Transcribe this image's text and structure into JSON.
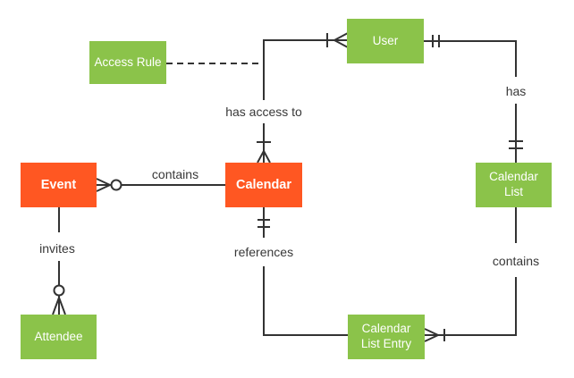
{
  "colors": {
    "entity_orange": "#FF5722",
    "entity_green": "#8BC34A",
    "line": "#333333",
    "entity_text": "#FFFFFF",
    "label_text": "#383838",
    "background": "#FFFFFF"
  },
  "entities": {
    "access_rule": {
      "label": "Access Rule",
      "color": "green"
    },
    "user": {
      "label": "User",
      "color": "green"
    },
    "event": {
      "label": "Event",
      "color": "orange"
    },
    "calendar": {
      "label": "Calendar",
      "color": "orange"
    },
    "calendar_list": {
      "label": "Calendar List",
      "color": "green"
    },
    "attendee": {
      "label": "Attendee",
      "color": "green"
    },
    "calendar_list_entry": {
      "label": "Calendar List Entry",
      "color": "green"
    }
  },
  "relationships": {
    "event_contains_calendar": {
      "label": "contains",
      "from": "event",
      "to": "calendar",
      "event_end_marker": "zero-or-many (ring + crow's foot)",
      "calendar_end_marker": "none"
    },
    "calendar_has_access_to_user": {
      "label": "has access to",
      "from": "calendar",
      "to": "user",
      "calendar_end_marker": "one-or-many (bar + crow's foot)",
      "user_end_marker": "one-or-many (bar + crow's foot)"
    },
    "user_has_calendar_list": {
      "label": "has",
      "from": "user",
      "to": "calendar_list",
      "user_end_marker": "one-and-only-one (double bar)",
      "calendar_list_end_marker": "one-and-only-one (double bar)"
    },
    "calendar_list_contains_entry": {
      "label": "contains",
      "from": "calendar_list",
      "to": "calendar_list_entry",
      "calendar_list_end_marker": "none",
      "entry_end_marker": "one-or-many (crow's foot + bar)"
    },
    "calendar_references_entry": {
      "label": "references",
      "from": "calendar",
      "to": "calendar_list_entry",
      "calendar_end_marker": "one-and-only-one (double bar)",
      "entry_end_marker": "none"
    },
    "event_invites_attendee": {
      "label": "invites",
      "from": "event",
      "to": "attendee",
      "event_end_marker": "none",
      "attendee_end_marker": "zero-or-many (ring + crow's foot)"
    },
    "access_rule_link": {
      "label": "",
      "from": "access_rule",
      "to": "calendar_has_access_to_user",
      "style": "dashed",
      "markers": "none"
    }
  }
}
